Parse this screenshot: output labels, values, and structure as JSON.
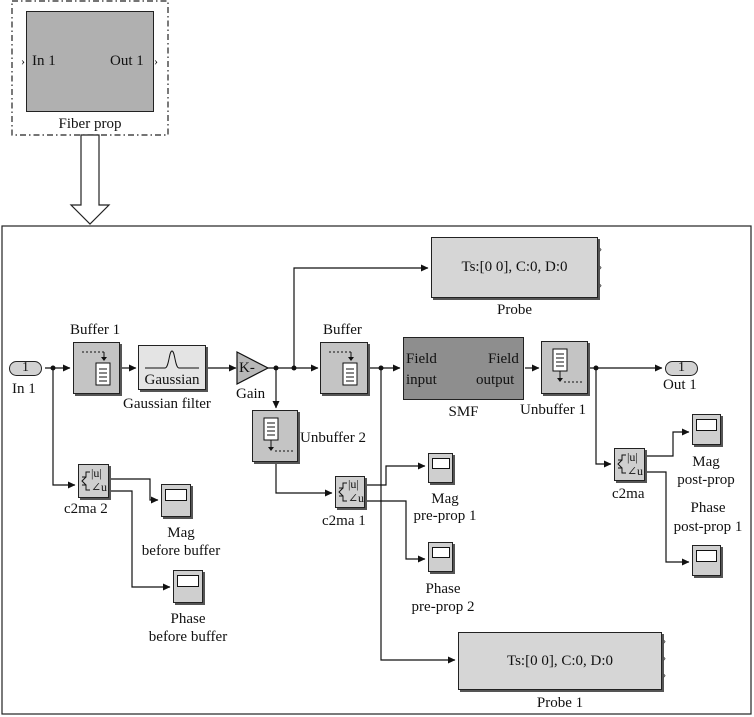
{
  "subsystem": {
    "name": "Fiber prop",
    "in_port": "In 1",
    "out_port": "Out 1"
  },
  "blocks": {
    "in1": {
      "number": "1",
      "label": "In 1"
    },
    "out1": {
      "number": "1",
      "label": "Out 1"
    },
    "buffer1": {
      "label": "Buffer 1"
    },
    "gaussian": {
      "text": "Gaussian",
      "label": "Gaussian filter"
    },
    "gain": {
      "text": "K-",
      "label": "Gain"
    },
    "buffer": {
      "label": "Buffer"
    },
    "unbuffer2": {
      "label": "Unbuffer 2"
    },
    "smf": {
      "in_line1": "Field",
      "in_line2": "input",
      "out_line1": "Field",
      "out_line2": "output",
      "label": "SMF"
    },
    "unbuffer1": {
      "label": "Unbuffer 1"
    },
    "probe": {
      "text": "Ts:[0 0], C:0, D:0",
      "label": "Probe"
    },
    "probe1": {
      "text": "Ts:[0 0], C:0, D:0",
      "label": "Probe 1"
    },
    "c2ma2": {
      "label": "c2ma 2",
      "u1": "|u|",
      "u2": "∠u"
    },
    "c2ma1": {
      "label": "c2ma 1",
      "u1": "|u|",
      "u2": "∠u"
    },
    "c2ma": {
      "label": "c2ma",
      "u1": "|u|",
      "u2": "∠u"
    },
    "scope_mag_before": {
      "line1": "Mag",
      "line2": "before buffer"
    },
    "scope_phase_before": {
      "line1": "Phase",
      "line2": "before buffer"
    },
    "scope_mag_pre": {
      "line1": "Mag",
      "line2": "pre-prop 1"
    },
    "scope_phase_pre": {
      "line1": "Phase",
      "line2": "pre-prop 2"
    },
    "scope_mag_post": {
      "line1": "Mag",
      "line2": "post-prop"
    },
    "scope_phase_post": {
      "line1": "Phase",
      "line2": "post-prop 1"
    }
  }
}
